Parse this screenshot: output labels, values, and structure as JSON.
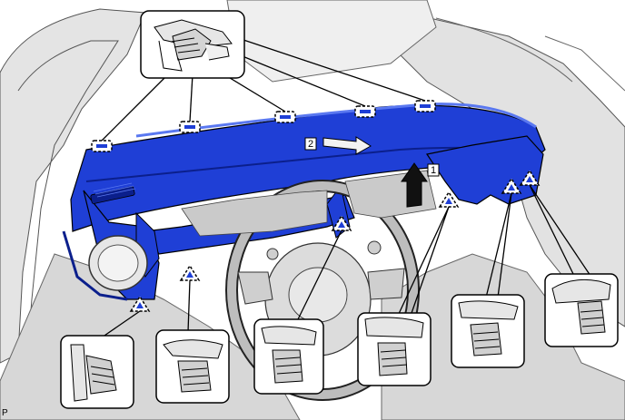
{
  "diagram": {
    "callouts": [
      {
        "number": "1",
        "meaning": "arrow-up"
      },
      {
        "number": "2",
        "meaning": "arrow-rearward"
      }
    ],
    "corner_letter": "P",
    "colors": {
      "dash_panel": "#1f3fd6",
      "dash_panel_dark": "#0b1f8c",
      "dash_panel_light": "#5a78f0",
      "background_body": "#d9d9d9",
      "outline": "#000000",
      "detail_frame_fill": "#ffffff"
    },
    "icons": [
      "clip-marker-icon",
      "claw-marker-icon",
      "up-arrow-icon",
      "rearward-arrow-icon"
    ]
  }
}
